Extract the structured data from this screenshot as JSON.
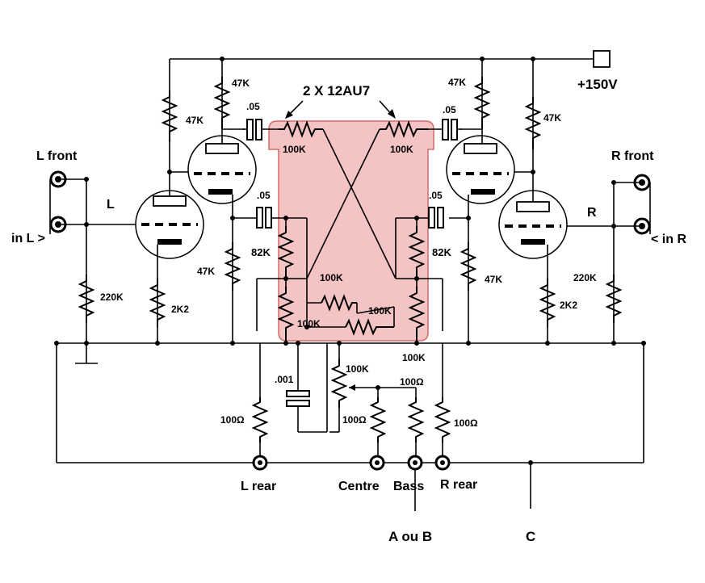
{
  "diagram": {
    "title": "2 X  12AU7",
    "colors": {
      "highlight_fill": "#f4c4c4",
      "highlight_stroke": "#d66a6a",
      "wire": "#000000"
    },
    "supply": {
      "label": "+150V"
    },
    "jacks": {
      "l_front": "L front",
      "in_l": "in L >",
      "r_front": "R front",
      "in_r": "< in R",
      "l_rear": "L rear",
      "centre": "Centre",
      "bass": "Bass",
      "r_rear": "R rear",
      "a_ou_b": "A ou B",
      "c": "C"
    },
    "channels": {
      "left": "L",
      "right": "R"
    },
    "components": {
      "r_47k_lp": "47K",
      "r_47k_lp2": "47K",
      "r_47k_rp": "47K",
      "r_47k_rp2": "47K",
      "r_47k_lc": "47K",
      "r_47k_rc": "47K",
      "r_220k_l": "220K",
      "r_220k_r": "220K",
      "r_2k2_l": "2K2",
      "r_2k2_r": "2K2",
      "r_82k_l": "82K",
      "r_82k_r": "82K",
      "c_05_1": ".05",
      "c_05_2": ".05",
      "c_05_3": ".05",
      "c_05_4": ".05",
      "r_100k_top_l": "100K",
      "r_100k_top_r": "100K",
      "r_100k_mid_a": "100K",
      "r_100k_mid_b": "100K",
      "r_100k_mid_c": "100K",
      "r_100k_pot": "100K",
      "r_100k_right": "100K",
      "c_001": ".001",
      "r_100ohm_l": "100Ω",
      "r_100ohm_c": "100Ω",
      "r_100ohm_b": "100Ω",
      "r_100ohm_r": "100Ω"
    }
  }
}
